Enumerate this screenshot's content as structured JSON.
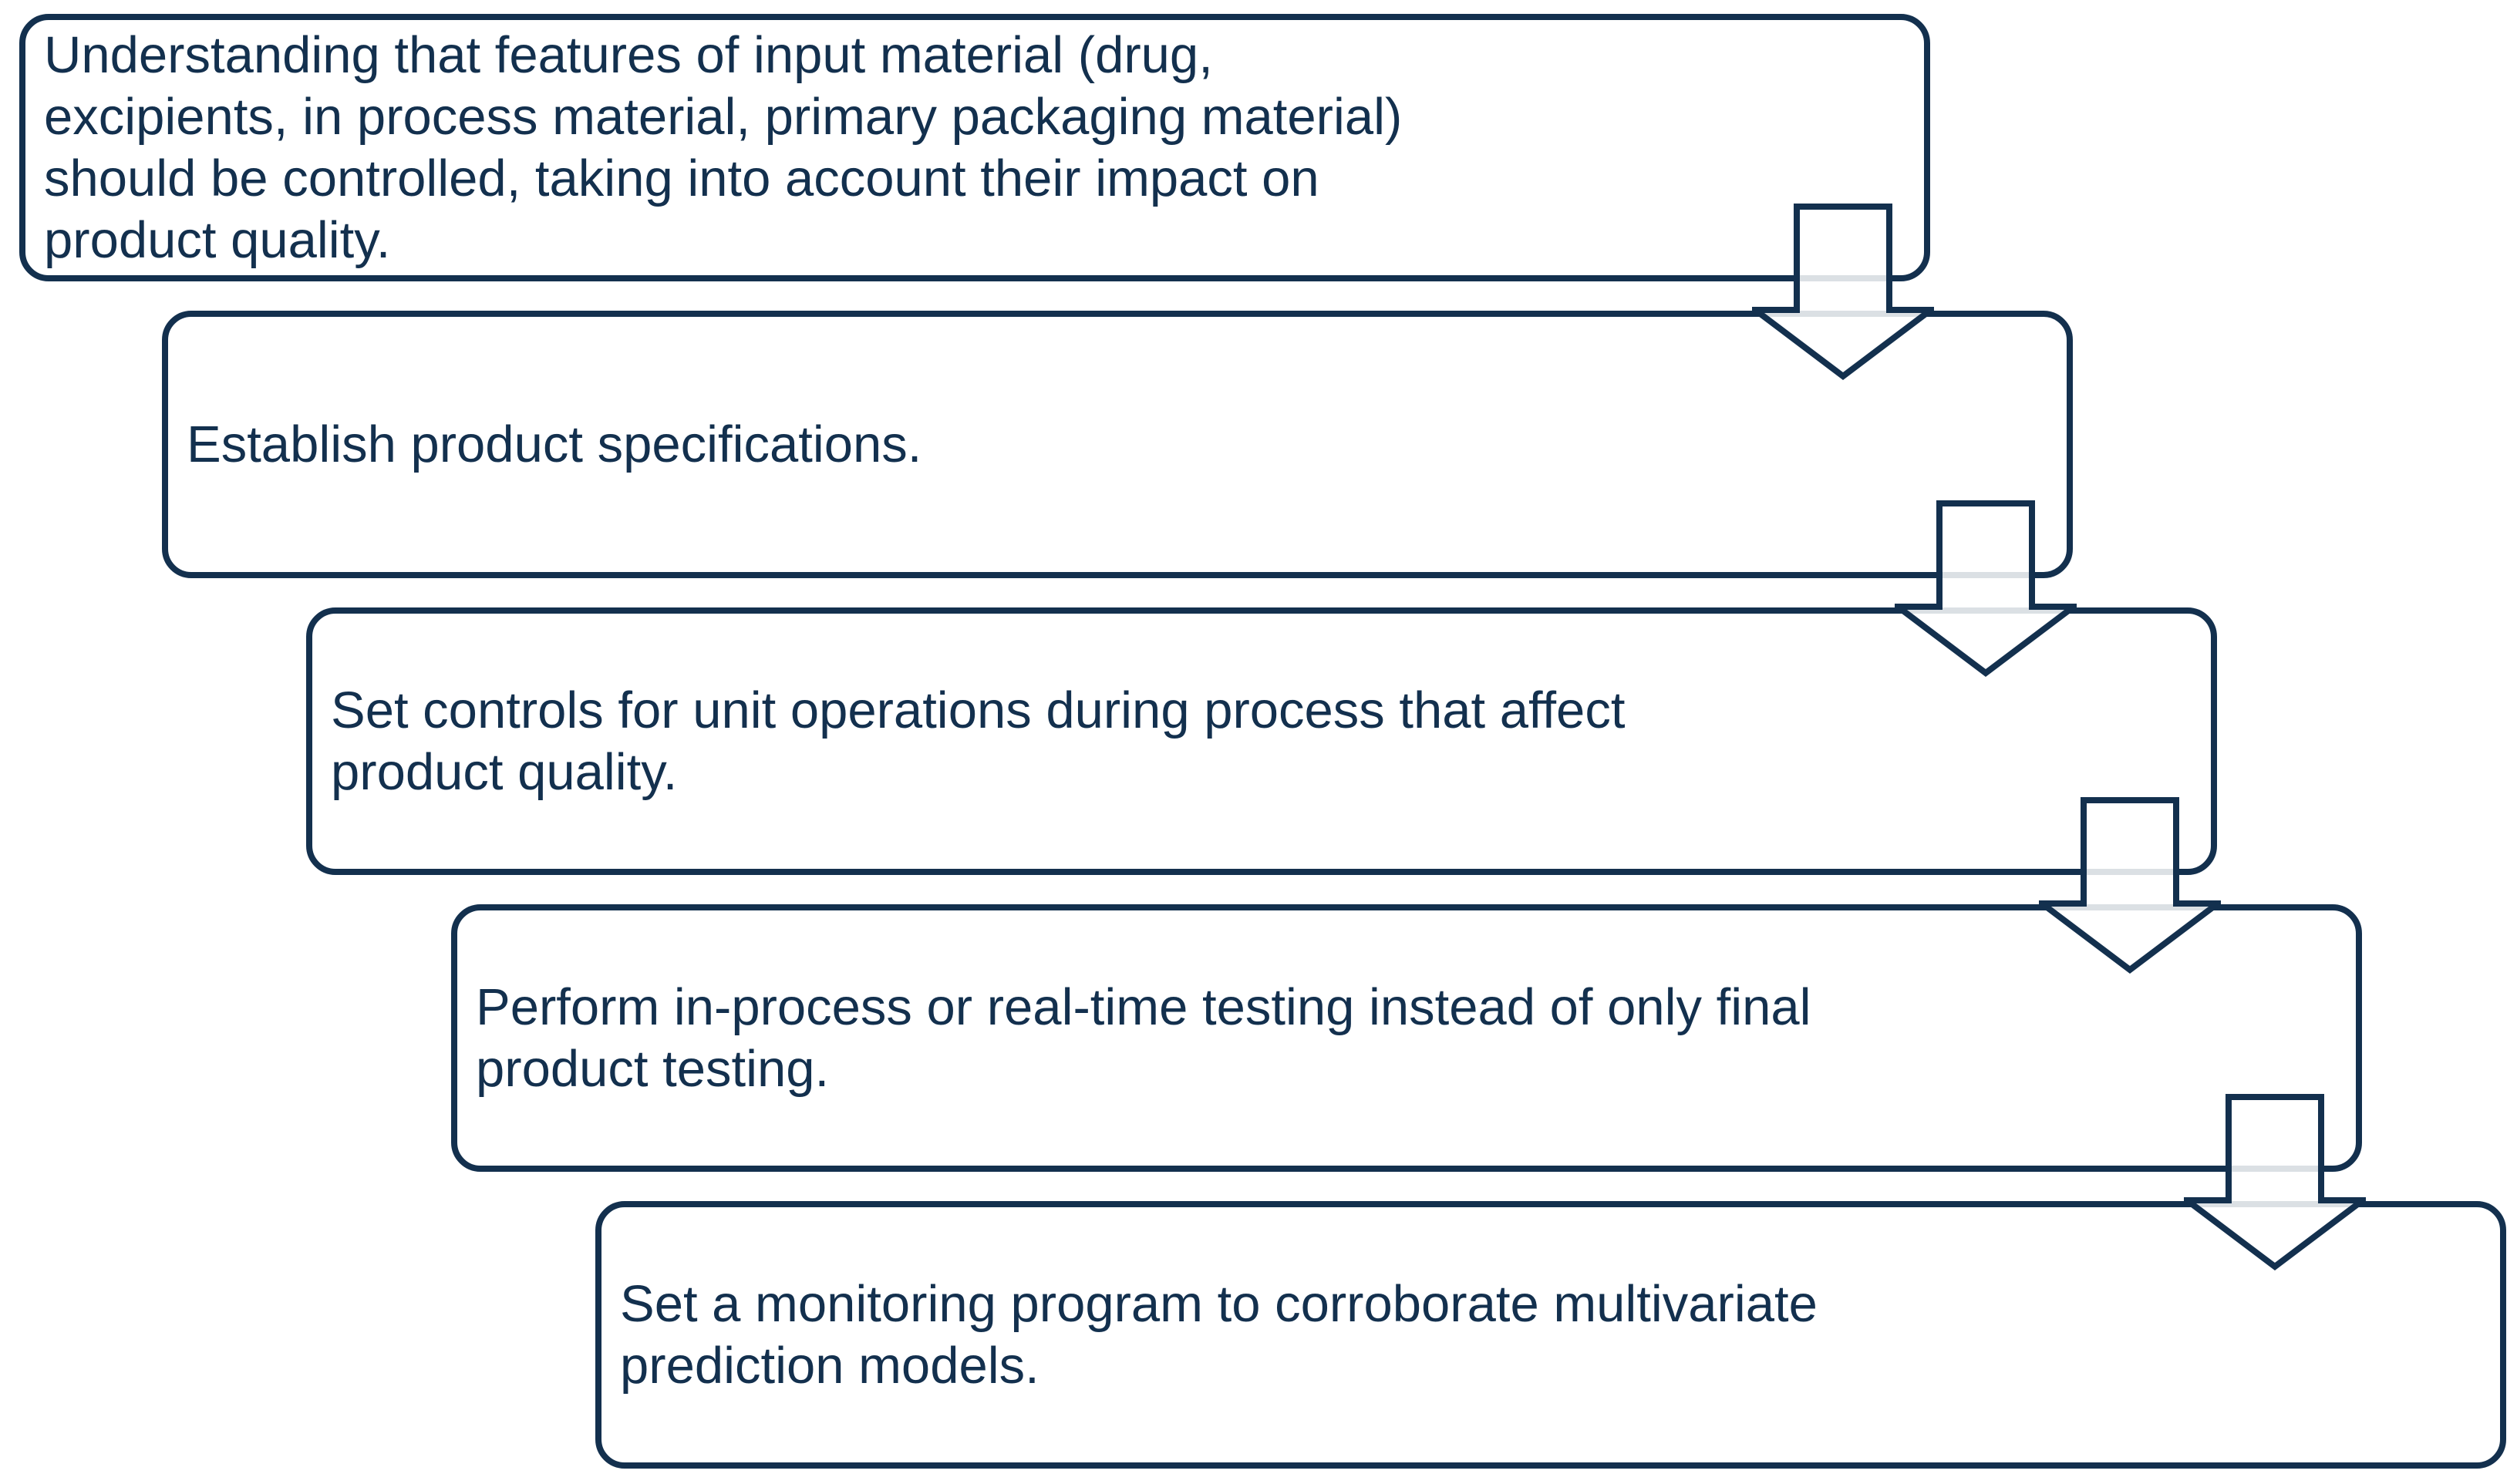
{
  "diagram": {
    "title": "",
    "colors": {
      "ink": "#13304E",
      "box_fill": "#ffffff",
      "arrow_fill": "rgba(255,255,255,0.85)"
    },
    "steps": [
      {
        "lines": {
          "0": "Understanding that features of input material (drug,",
          "1": "excipients, in process material, primary packaging material)",
          "2": "should be controlled, taking into account their impact on",
          "3": "product quality."
        }
      },
      {
        "lines": {
          "0": "Establish product specifications."
        }
      },
      {
        "lines": {
          "0": "Set controls for unit operations during process that affect",
          "1": "product quality."
        }
      },
      {
        "lines": {
          "0": "Perform in-process or real-time testing instead of only final",
          "1": "product testing."
        }
      },
      {
        "lines": {
          "0": "Set a monitoring program to corroborate multivariate",
          "1": "prediction models."
        }
      }
    ]
  }
}
